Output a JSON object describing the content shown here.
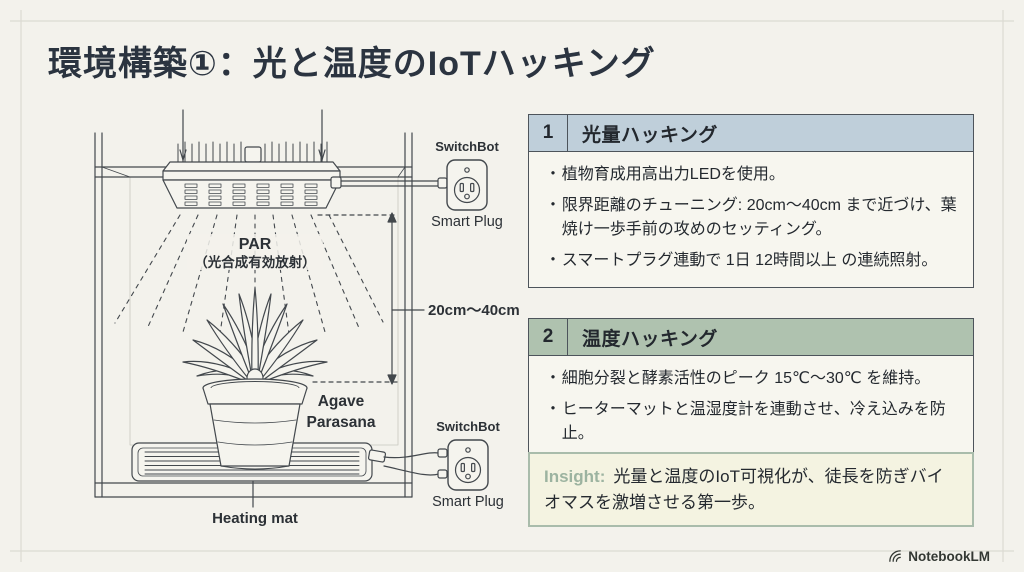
{
  "title": "環境構築①：光と温度のIoTハッキング",
  "diagram": {
    "par_label": "PAR",
    "par_sublabel": "（光合成有効放射）",
    "distance_label": "20cm〜40cm",
    "plant_name_line1": "Agave",
    "plant_name_line2": "Parasana",
    "heating_mat_label": "Heating mat",
    "plug_top": {
      "brand": "SwitchBot",
      "product": "Smart Plug"
    },
    "plug_bottom": {
      "brand": "SwitchBot",
      "product": "Smart Plug"
    }
  },
  "panels": [
    {
      "number": "1",
      "title": "光量ハッキング",
      "header_color": "#bfcfda",
      "bullets": [
        "植物育成用高出力LEDを使用。",
        "限界距離のチューニング: 20cm〜40cm まで近づけ、葉焼け一歩手前の攻めのセッティング。",
        "スマートプラグ連動で 1日 12時間以上 の連続照射。"
      ]
    },
    {
      "number": "2",
      "title": "温度ハッキング",
      "header_color": "#afc2af",
      "bullets": [
        "細胞分裂と酵素活性のピーク 15℃〜30℃ を維持。",
        "ヒーターマットと温湿度計を連動させ、冷え込みを防止。"
      ]
    }
  ],
  "insight": {
    "label": "Insight:",
    "text": "光量と温度のIoT可視化が、徒長を防ぎバイオマスを激増させる第一歩。"
  },
  "footer": {
    "brand": "NotebookLM"
  },
  "colors": {
    "background": "#f3f2ec",
    "title_text": "#2b3440",
    "panel_border": "#4d545b",
    "panel1_header_bg": "#bfcfda",
    "panel2_header_bg": "#afc2af",
    "body_text": "#24292f",
    "insight_bg": "#f4f3e1",
    "insight_border": "#a9bcab",
    "insight_label": "#9cb3a0",
    "diagram_stroke": "#43484d"
  }
}
